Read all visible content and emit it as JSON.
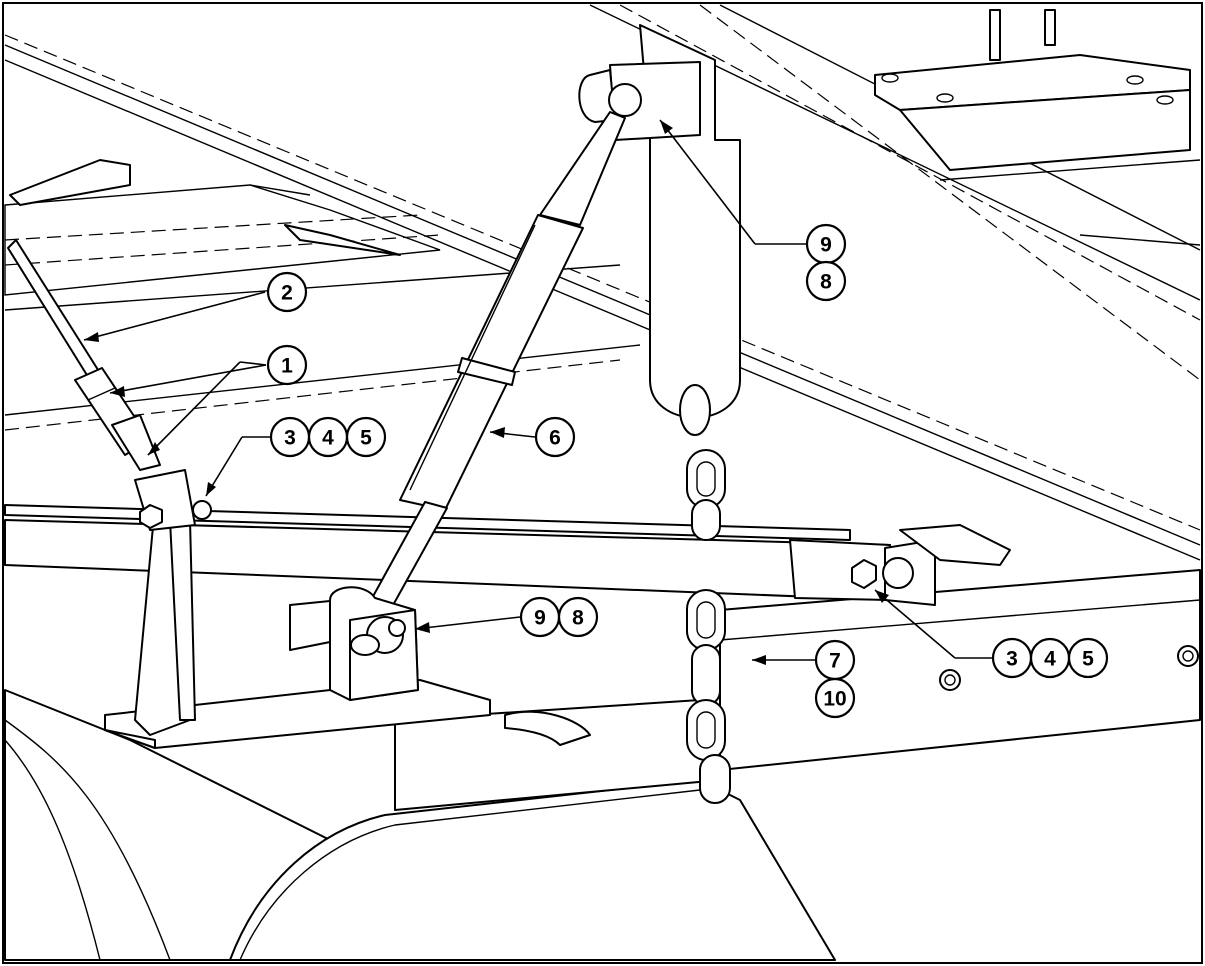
{
  "callouts": [
    {
      "id": "c1",
      "label": "1"
    },
    {
      "id": "c2",
      "label": "2"
    },
    {
      "id": "c3a",
      "label": "3"
    },
    {
      "id": "c4a",
      "label": "4"
    },
    {
      "id": "c5a",
      "label": "5"
    },
    {
      "id": "c6",
      "label": "6"
    },
    {
      "id": "c9a",
      "label": "9"
    },
    {
      "id": "c8a",
      "label": "8"
    },
    {
      "id": "c9b",
      "label": "9"
    },
    {
      "id": "c8b",
      "label": "8"
    },
    {
      "id": "c7",
      "label": "7"
    },
    {
      "id": "c10",
      "label": "10"
    },
    {
      "id": "c3b",
      "label": "3"
    },
    {
      "id": "c4b",
      "label": "4"
    },
    {
      "id": "c5b",
      "label": "5"
    }
  ]
}
